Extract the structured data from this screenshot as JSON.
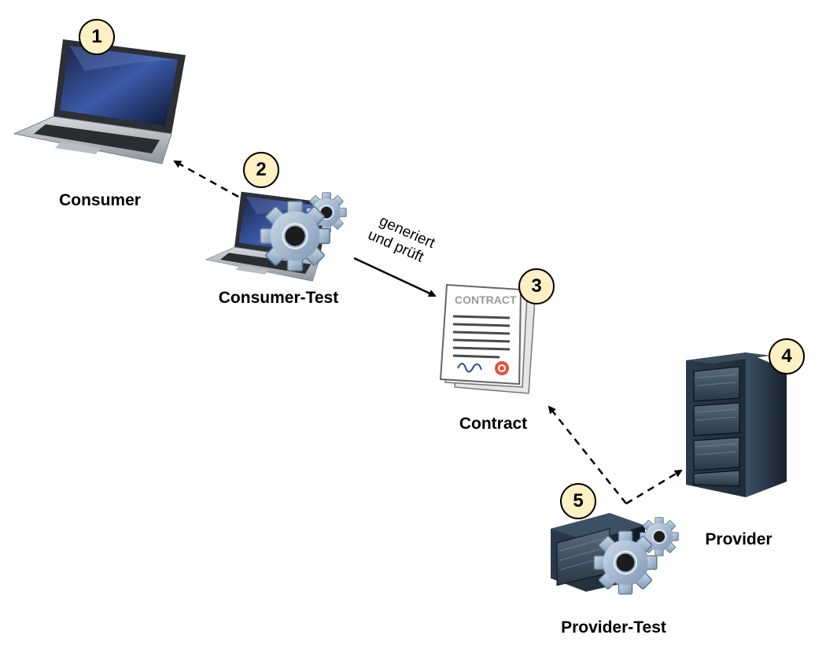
{
  "nodes": {
    "consumer": {
      "label": "Consumer",
      "step": "1"
    },
    "consumer_test": {
      "label": "Consumer-Test",
      "step": "2"
    },
    "contract": {
      "label": "Contract",
      "step": "3",
      "doc_title": "CONTRACT"
    },
    "provider": {
      "label": "Provider",
      "step": "4"
    },
    "provider_test": {
      "label": "Provider-Test",
      "step": "5"
    }
  },
  "edges": {
    "consumer_test_to_contract": {
      "line1": "generiert",
      "line2": "und prüft"
    }
  },
  "colors": {
    "badge_fill": "#fdf0c2",
    "gear": "#9fb5cc",
    "server": "#1e2c3a"
  }
}
